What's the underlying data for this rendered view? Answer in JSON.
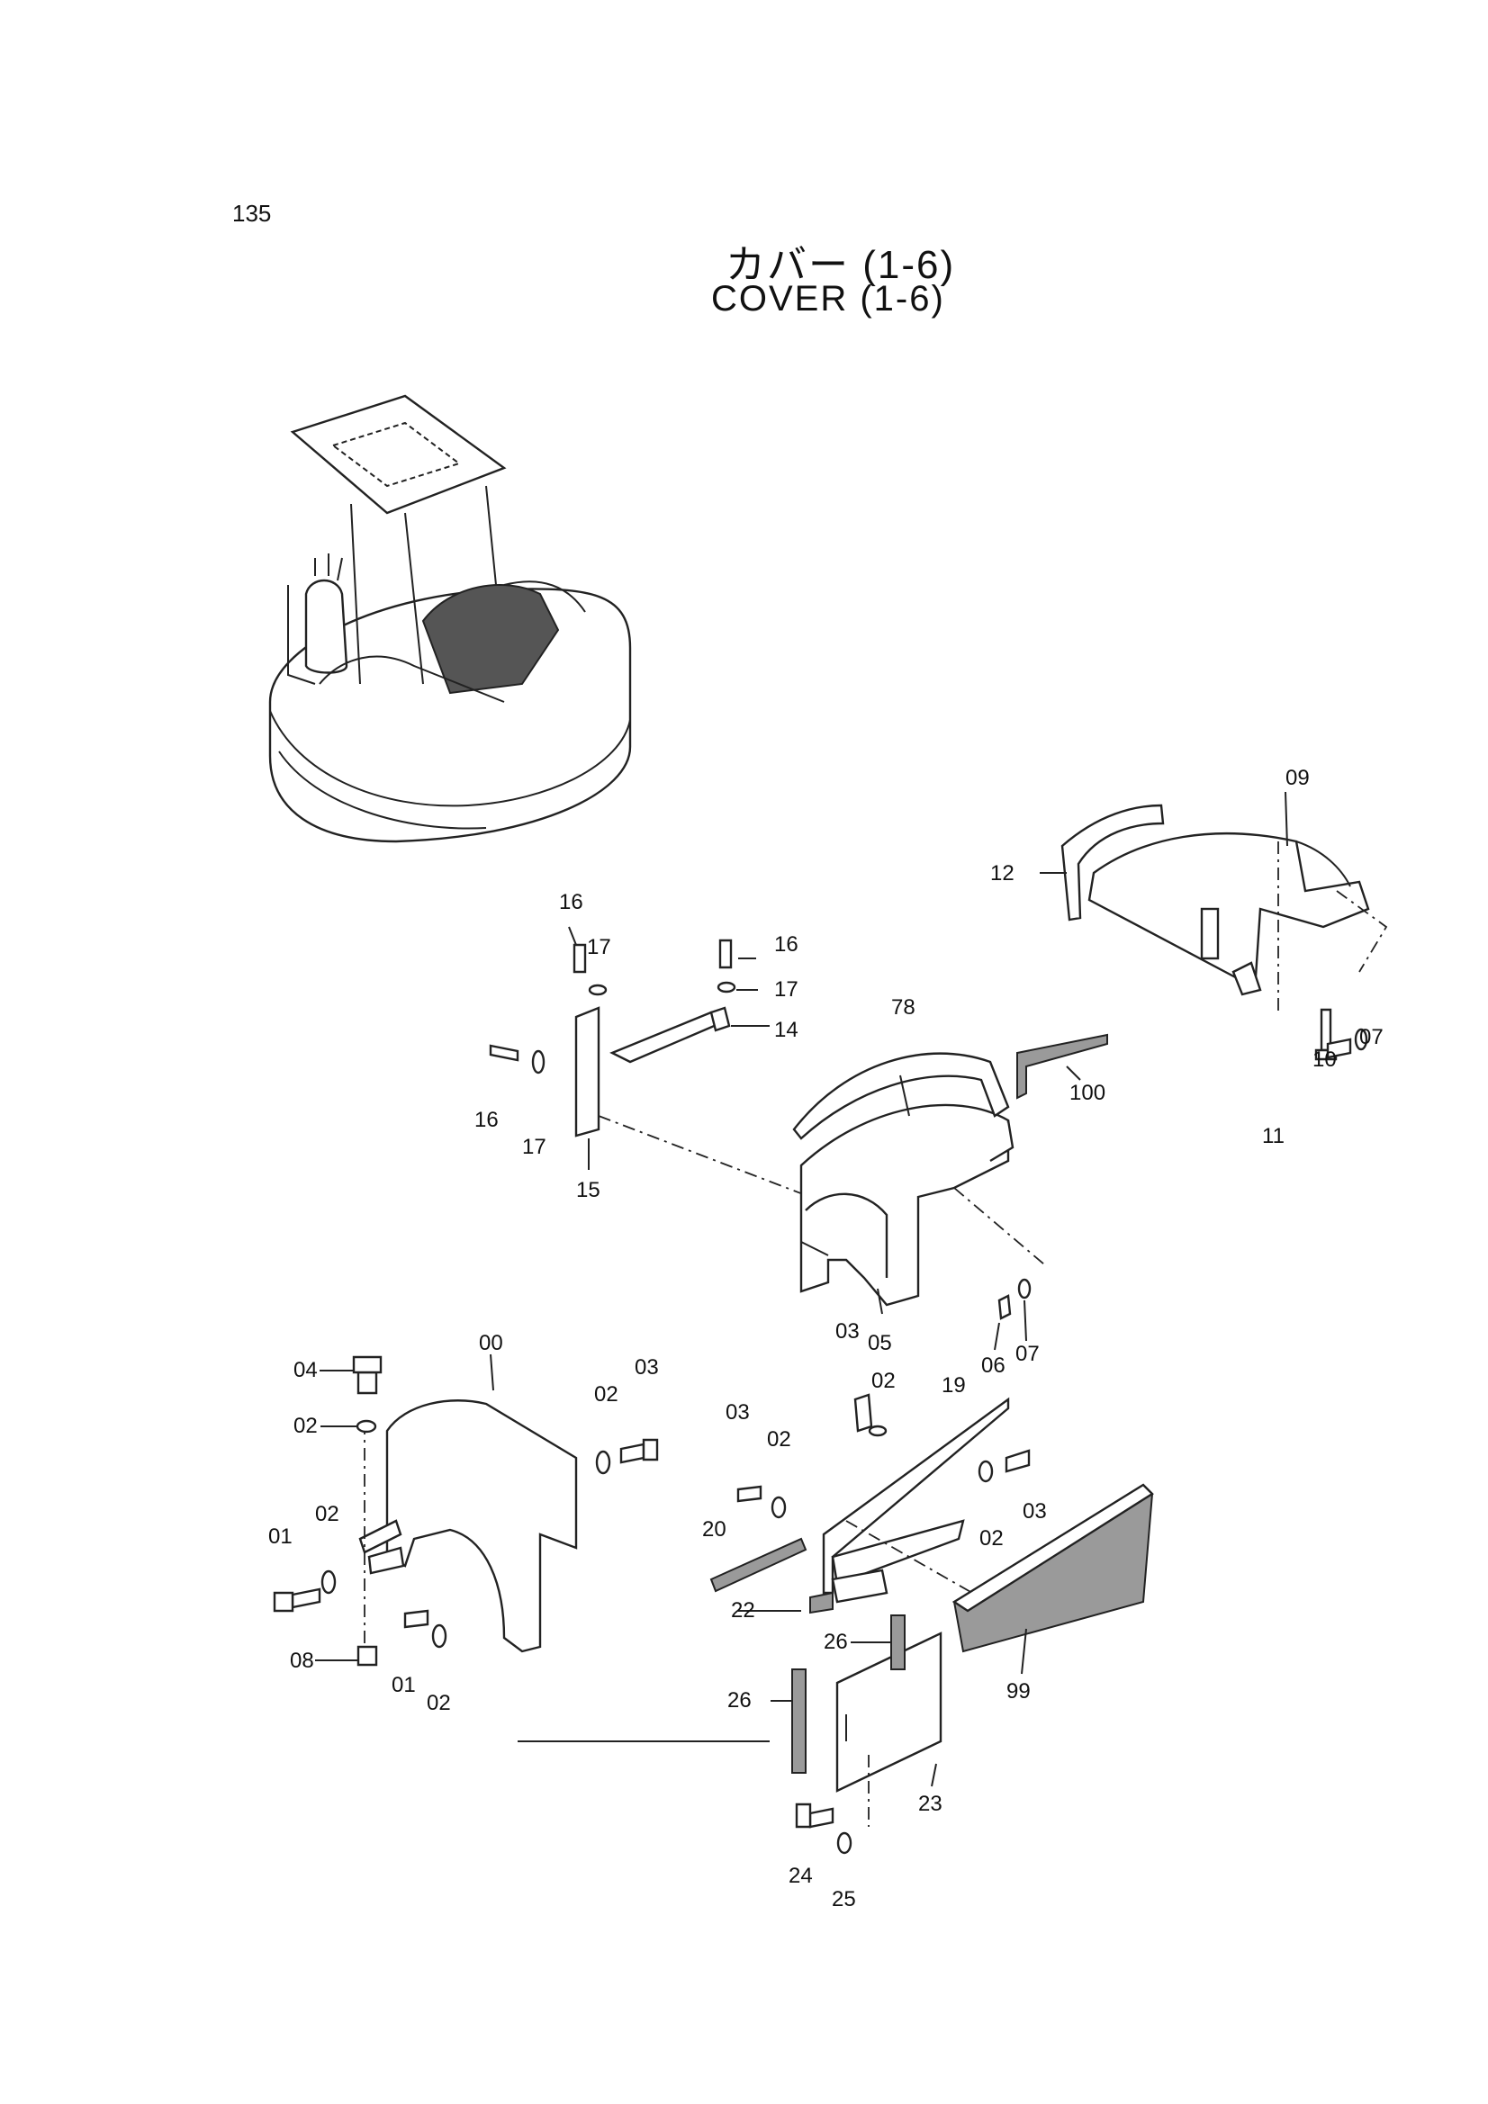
{
  "page_number": "135",
  "title_jp": "カバー (1-6)",
  "title_en": "COVER  (1-6)",
  "callouts": {
    "c00": "00",
    "c01a": "01",
    "c01b": "01",
    "c02a": "02",
    "c02b": "02",
    "c02c": "02",
    "c02d": "02",
    "c02e": "02",
    "c02f": "02",
    "c02g": "02",
    "c03a": "03",
    "c03b": "03",
    "c03c": "03",
    "c03d": "03",
    "c04": "04",
    "c05": "05",
    "c06": "06",
    "c07a": "07",
    "c07b": "07",
    "c08": "08",
    "c09": "09",
    "c10": "10",
    "c11": "11",
    "c12": "12",
    "c14": "14",
    "c15": "15",
    "c16a": "16",
    "c16b": "16",
    "c16c": "16",
    "c17a": "17",
    "c17b": "17",
    "c17c": "17",
    "c19": "19",
    "c20": "20",
    "c22": "22",
    "c23": "23",
    "c24": "24",
    "c25": "25",
    "c26a": "26",
    "c26b": "26",
    "c78": "78",
    "c99": "99",
    "c100": "100"
  }
}
